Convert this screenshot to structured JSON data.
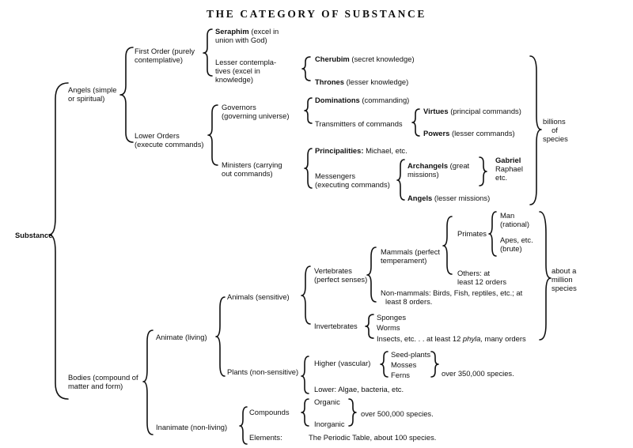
{
  "title": "THE CATEGORY OF SUBSTANCE",
  "nodes": {
    "substance": "Substance",
    "angels": [
      "Angels (simple",
      "or spiritual)"
    ],
    "first_order": [
      "First Order (purely",
      "contemplative)"
    ],
    "seraphim_name": "Seraphim",
    "seraphim_desc": [
      " (excel in",
      "union with God)"
    ],
    "lesser_contemplatives": [
      "Lesser contempla-",
      "tives (excel in",
      "knowledge)"
    ],
    "cherubim_name": "Cherubim",
    "cherubim_desc": " (secret knowledge)",
    "thrones_name": "Thrones",
    "thrones_desc": " (lesser knowledge)",
    "lower_orders": [
      "Lower Orders",
      "(execute commands)"
    ],
    "governors": [
      "Governors",
      "(governing universe)"
    ],
    "dominations_name": "Dominations",
    "dominations_desc": " (commanding)",
    "transmitters": "Transmitters of commands",
    "virtues_name": "Virtues",
    "virtues_desc": " (principal commands)",
    "powers_name": "Powers",
    "powers_desc": " (lesser commands)",
    "ministers": [
      "Ministers (carrying",
      "out commands)"
    ],
    "principalities_name": "Principalities:",
    "principalities_desc": " Michael, etc.",
    "messengers": [
      "Messengers",
      "(executing commands)"
    ],
    "archangels_name": "Archangels",
    "archangels_desc": [
      " (great",
      "missions)"
    ],
    "gabriel": "Gabriel",
    "raphael": "Raphael",
    "archangels_etc": "etc.",
    "angels_lower_name": "Angels",
    "angels_lower_desc": " (lesser missions)",
    "billions": [
      "billions",
      "of",
      "species"
    ],
    "bodies": [
      "Bodies (compound of",
      "matter and form)"
    ],
    "animate": "Animate (living)",
    "animals": "Animals (sensitive)",
    "vertebrates": [
      "Vertebrates",
      "(perfect senses)"
    ],
    "mammals": [
      "Mammals (perfect",
      "temperament)"
    ],
    "primates": "Primates",
    "man": [
      "Man",
      "(rational)"
    ],
    "apes": [
      "Apes, etc.",
      "(brute)"
    ],
    "others": [
      "Others: at",
      "least 12 orders"
    ],
    "non_mammals": [
      "Non-mammals: Birds, Fish, reptiles, etc.; at",
      "least 8 orders."
    ],
    "invertebrates": "Invertebrates",
    "sponges": "Sponges",
    "worms": "Worms",
    "insects_pre": "Insects, etc. . . at least 12 ",
    "insects_phyla": "phyla,",
    "insects_post": " many orders",
    "million": [
      "about a",
      "million",
      "species"
    ],
    "plants": "Plants (non-sensitive)",
    "higher": "Higher (vascular)",
    "seed_plants": "Seed-plants",
    "mosses": "Mosses",
    "ferns": "Ferns",
    "plants_count": "over 350,000 species.",
    "lower_plants": "Lower: Algae, bacteria, etc.",
    "inanimate": "Inanimate (non-living)",
    "compounds": "Compounds",
    "organic": "Organic",
    "inorganic": "Inorganic",
    "compounds_count": "over 500,000 species.",
    "elements": "Elements:",
    "periodic": "The Periodic Table, about 100 species."
  }
}
